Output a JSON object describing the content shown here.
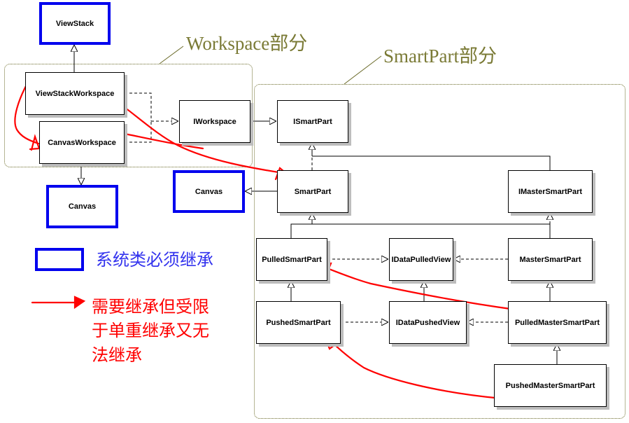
{
  "groups": {
    "workspace": {
      "title": "Workspace部分"
    },
    "smartpart": {
      "title": "SmartPart部分"
    }
  },
  "classes": {
    "viewstack": "ViewStack",
    "viewstack_workspace": "ViewStackWorkspace",
    "canvas_workspace": "CanvasWorkspace",
    "iworkspace": "IWorkspace",
    "canvas_left": "Canvas",
    "canvas_mid": "Canvas",
    "ismartpart": "ISmartPart",
    "smartpart": "SmartPart",
    "imaster_smartpart": "IMasterSmartPart",
    "pulled_smartpart": "PulledSmartPart",
    "idata_pulled_view": "IDataPulledView",
    "master_smartpart": "MasterSmartPart",
    "pushed_smartpart": "PushedSmartPart",
    "idata_pushed_view": "IDataPushedView",
    "pulled_master_smartpart": "PulledMasterSmartPart",
    "pushed_master_smartpart": "PushedMasterSmartPart"
  },
  "legend": {
    "system_class": "系统类必须继承",
    "limited_inheritance": [
      "需要继承但受限",
      "于单重继承又无",
      "法继承"
    ]
  },
  "colors": {
    "system_border": "#0000ee",
    "annotation_red": "#ff0000",
    "group_olive": "#7a7a35",
    "legend_blue": "#3333ee"
  }
}
